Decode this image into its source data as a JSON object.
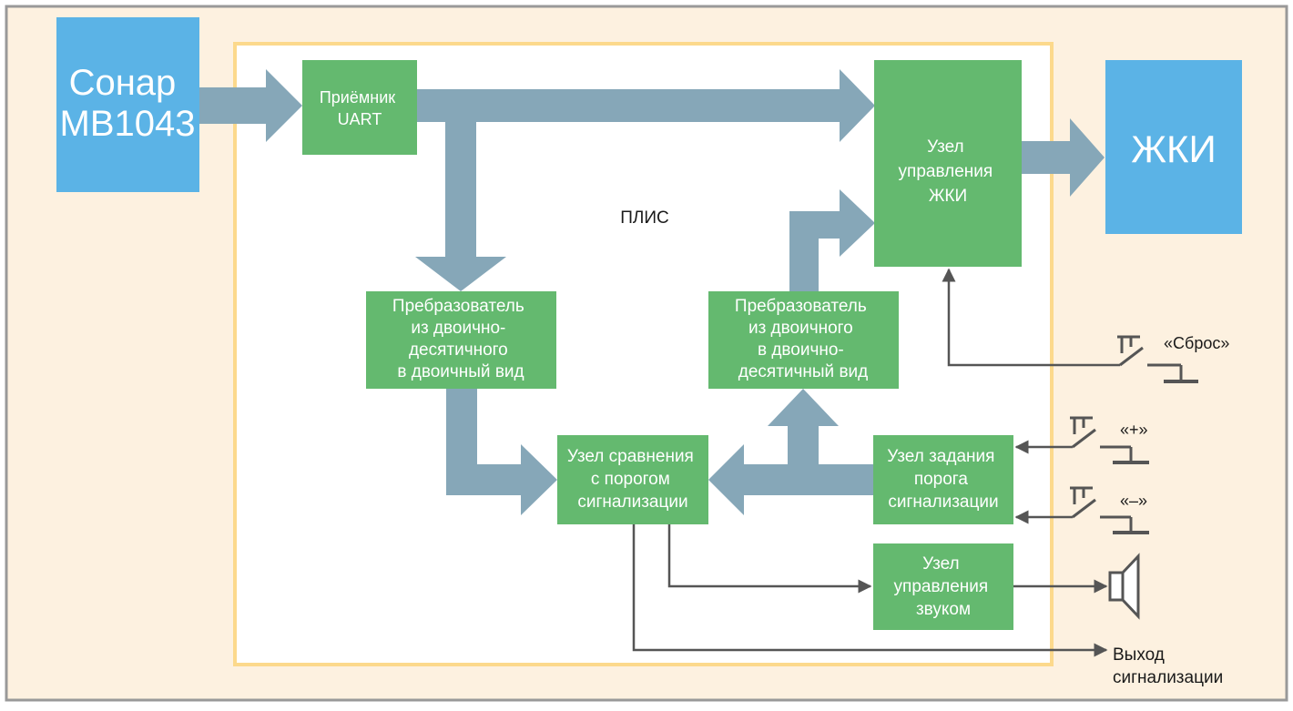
{
  "fpga_label": "ПЛИС",
  "sonar": {
    "lines": [
      "Сонар",
      "MB1043"
    ]
  },
  "lcd": {
    "label": "ЖКИ"
  },
  "uart": {
    "lines": [
      "Приёмник",
      "UART"
    ]
  },
  "lcd_ctrl": {
    "lines": [
      "Узел",
      "управления",
      "ЖКИ"
    ]
  },
  "bcd_to_bin": {
    "lines": [
      "Пребразователь",
      "из двоично-",
      "десятичного",
      "в двоичный вид"
    ]
  },
  "bin_to_bcd": {
    "lines": [
      "Пребразователь",
      "из двоичного",
      "в двоично-",
      "десятичный вид"
    ]
  },
  "comparator": {
    "lines": [
      "Узел сравнения",
      "с порогом",
      "сигнализации"
    ]
  },
  "threshold": {
    "lines": [
      "Узел задания",
      "порога",
      "сигнализации"
    ]
  },
  "sound_ctrl": {
    "lines": [
      "Узел",
      "управления",
      "звуком"
    ]
  },
  "buttons": {
    "reset": "«Сброс»",
    "plus": "«+»",
    "minus": "«–»"
  },
  "alarm_output": {
    "lines": [
      "Выход",
      "сигнализации"
    ]
  },
  "colors": {
    "background": "#fdf1e0",
    "frame": "#999999",
    "fpga_border": "#fcd98c",
    "blue_block": "#5bb3e6",
    "green_block": "#64b96f",
    "bus_arrow": "#86a7b8",
    "signal_line": "#555555"
  }
}
